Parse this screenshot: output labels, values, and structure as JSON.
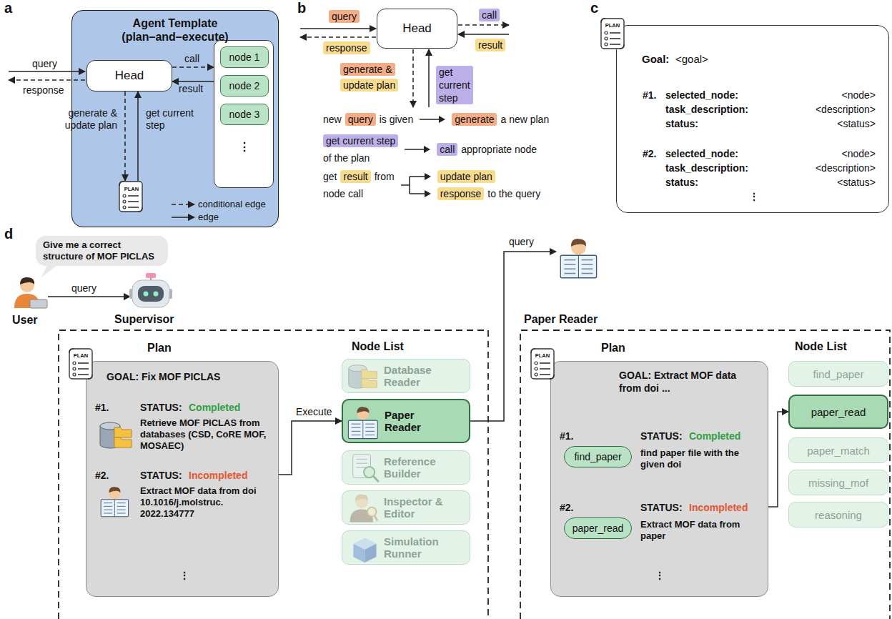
{
  "diagram": {
    "nodes": [
      {
        "text": [
          "Agent Template (plan–and–execute)"
        ]
      },
      {
        "text": [
          "Head"
        ],
        "in": 0
      },
      {
        "text": [
          "⋮"
        ],
        "in": 0
      },
      {
        "text": [
          "node 1"
        ],
        "in": 2
      },
      {
        "text": [
          "node 2"
        ],
        "in": 2
      },
      {
        "text": [
          "node 3"
        ],
        "in": 2
      },
      {
        "text": [
          "PLAN"
        ],
        "in": 0
      },
      {
        "text": [
          "Head"
        ]
      },
      {
        "text": [
          "Goal:",
          "<goal>",
          "#1.",
          "selected_node:",
          "<node>",
          "task_description:",
          "<description>",
          "status:",
          "<status>",
          "#2.",
          "selected_node:",
          "<node>",
          "task_description:",
          "<description>",
          "status:",
          "<status>",
          "⋮"
        ]
      },
      {
        "text": [
          "Give me a correct structure of MOF PICLAS"
        ]
      },
      {
        "text": [
          "User"
        ]
      },
      {
        "text": [
          "Supervisor"
        ]
      },
      {
        "text": [
          "Plan",
          "GOAL: Fix MOF PICLAS",
          "#1.",
          "STATUS:",
          "Completed",
          "Retrieve MOF PICLAS from databases (CSD, CoRE MOF, MOSAEC)",
          "#2.",
          "STATUS:",
          "Incompleted",
          "Extract MOF data from doi 10.1016/j.molstruc. 2022.134777",
          "⋮"
        ]
      },
      {
        "text": [
          "Database Reader"
        ]
      },
      {
        "text": [
          "Paper Reader"
        ]
      },
      {
        "text": [
          "Reference Builder"
        ]
      },
      {
        "text": [
          "Inspector & Editor"
        ]
      },
      {
        "text": [
          "Simulation Runner"
        ]
      },
      {
        "text": [
          "Paper Reader"
        ]
      },
      {
        "text": [
          "Plan",
          "GOAL: Extract MOF data from doi ...",
          "#1.",
          "STATUS:",
          "Completed",
          "find paper file with the given doi",
          "#2.",
          "STATUS:",
          "Incompleted",
          "Extract MOF data from paper",
          "⋮"
        ]
      },
      {
        "text": [
          "find_paper"
        ],
        "in": 19
      },
      {
        "text": [
          "paper_read"
        ],
        "in": 19
      },
      {
        "text": [
          "find_paper"
        ]
      },
      {
        "text": [
          "paper_read"
        ]
      },
      {
        "text": [
          "paper_match"
        ]
      },
      {
        "text": [
          "missing_mof"
        ]
      },
      {
        "text": [
          "reasoning"
        ]
      }
    ],
    "edges": [
      {
        "from": 1,
        "to": 2,
        "label": "call",
        "arrow": "to"
      },
      {
        "from": 2,
        "to": 1,
        "label": "result",
        "arrow": "to"
      },
      {
        "from": 1,
        "to": 6,
        "label": "generate & update plan",
        "arrow": "to"
      },
      {
        "from": 6,
        "to": 1,
        "label": "get current step",
        "arrow": "to"
      },
      {
        "from": 10,
        "to": 11,
        "label": "query",
        "arrow": "to"
      },
      {
        "from": 12,
        "to": 14,
        "label": "Execute",
        "arrow": "to"
      },
      {
        "from": 14,
        "to": 18,
        "label": "query",
        "arrow": "to"
      },
      {
        "from": 19,
        "to": 23,
        "arrow": "to"
      }
    ],
    "labels": [
      "a",
      "query",
      "response",
      "b",
      "query",
      "response",
      "call",
      "result",
      "generate &",
      "update plan",
      "get current step",
      "new",
      "query",
      "is given",
      "generate",
      "a new plan",
      "get current step",
      "of the plan",
      "call",
      "appropriate node",
      "get",
      "result",
      "from",
      "node call",
      "update plan",
      "response",
      "to the query",
      "c",
      "PLAN",
      "d",
      "PLAN",
      "Node List",
      "PLAN",
      "Node List"
    ],
    "legend": [
      {
        "text": "conditional edge"
      },
      {
        "text": "edge"
      }
    ]
  }
}
